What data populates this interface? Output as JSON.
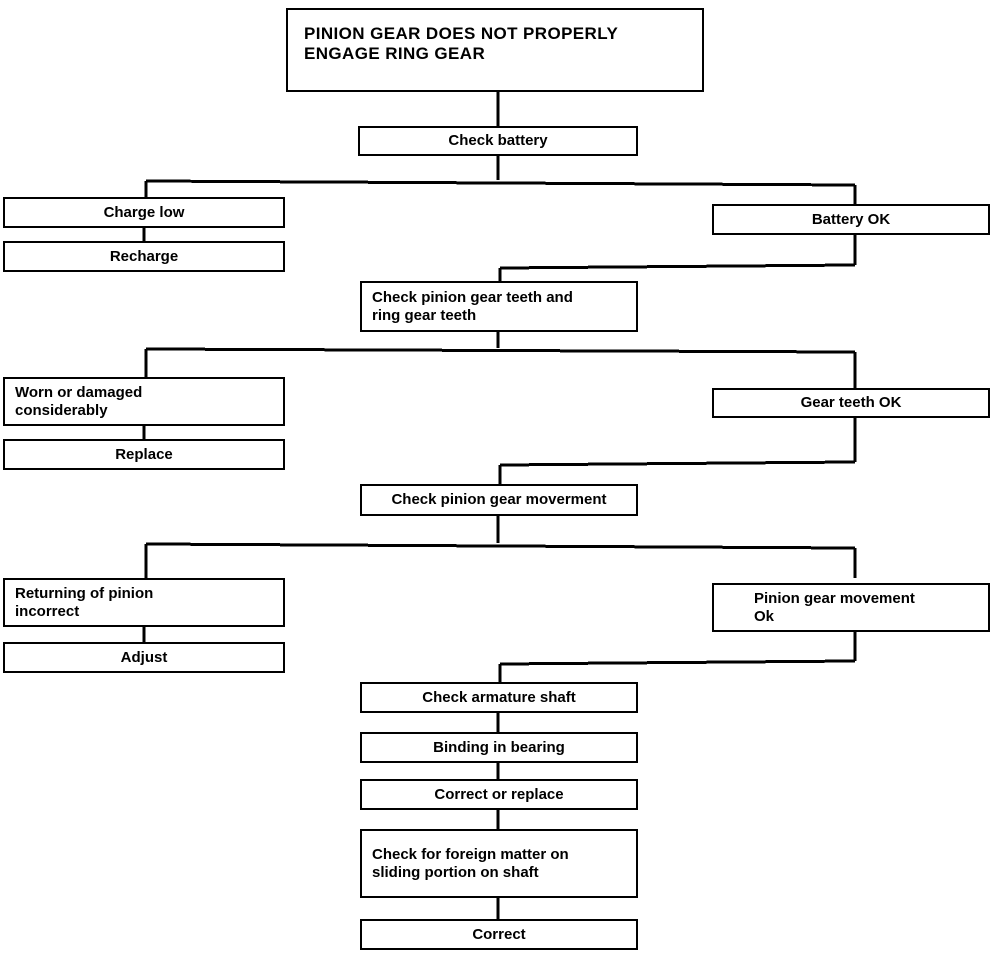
{
  "diagram": {
    "type": "flowchart",
    "title": "PINION GEAR DOES NOT PROPERLY ENGAGE RING GEAR",
    "orientation": "top-to-bottom",
    "nodes": [
      {
        "id": "problem",
        "label": "PINION GEAR DOES NOT PROPERLY\nENGAGE RING GEAR"
      },
      {
        "id": "check_battery",
        "label": "Check battery"
      },
      {
        "id": "charge_low",
        "label": "Charge low"
      },
      {
        "id": "recharge",
        "label": "Recharge"
      },
      {
        "id": "battery_ok",
        "label": "Battery OK"
      },
      {
        "id": "check_teeth",
        "label": "Check pinion gear teeth and\nring gear teeth"
      },
      {
        "id": "worn",
        "label": "Worn or damaged\nconsiderably"
      },
      {
        "id": "replace",
        "label": "Replace"
      },
      {
        "id": "teeth_ok",
        "label": "Gear teeth OK"
      },
      {
        "id": "check_movement",
        "label": "Check pinion gear moverment"
      },
      {
        "id": "returning",
        "label": "Returning of pinion\nincorrect"
      },
      {
        "id": "adjust",
        "label": "Adjust"
      },
      {
        "id": "movement_ok",
        "label": "Pinion gear movement\nOk"
      },
      {
        "id": "check_armature",
        "label": "Check armature shaft"
      },
      {
        "id": "binding",
        "label": "Binding in bearing"
      },
      {
        "id": "correct_replace",
        "label": "Correct or replace"
      },
      {
        "id": "foreign_matter",
        "label": "Check for foreign matter on\nsliding portion on shaft"
      },
      {
        "id": "correct",
        "label": "Correct"
      }
    ],
    "edges": [
      {
        "from": "problem",
        "to": "check_battery"
      },
      {
        "from": "check_battery",
        "to": "charge_low"
      },
      {
        "from": "check_battery",
        "to": "battery_ok"
      },
      {
        "from": "charge_low",
        "to": "recharge"
      },
      {
        "from": "battery_ok",
        "to": "check_teeth"
      },
      {
        "from": "check_teeth",
        "to": "worn"
      },
      {
        "from": "check_teeth",
        "to": "teeth_ok"
      },
      {
        "from": "worn",
        "to": "replace"
      },
      {
        "from": "teeth_ok",
        "to": "check_movement"
      },
      {
        "from": "check_movement",
        "to": "returning"
      },
      {
        "from": "check_movement",
        "to": "movement_ok"
      },
      {
        "from": "returning",
        "to": "adjust"
      },
      {
        "from": "movement_ok",
        "to": "check_armature"
      },
      {
        "from": "check_armature",
        "to": "binding"
      },
      {
        "from": "binding",
        "to": "correct_replace"
      },
      {
        "from": "correct_replace",
        "to": "foreign_matter"
      },
      {
        "from": "foreign_matter",
        "to": "correct"
      }
    ],
    "colors": {
      "background": "#ffffff",
      "box_border": "#000000",
      "box_fill": "#ffffff",
      "text": "#000000",
      "connector": "#000000"
    }
  }
}
